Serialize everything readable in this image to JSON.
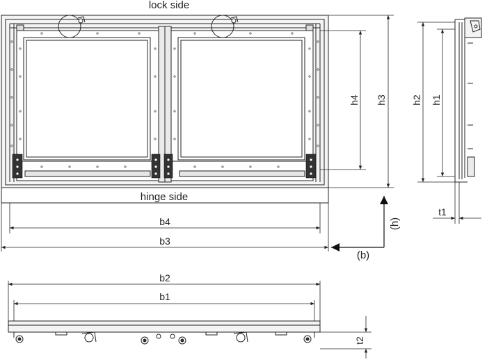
{
  "labels": {
    "lock_side": "lock side",
    "hinge_side": "hinge side",
    "h": "(h)",
    "b": "(b)"
  },
  "dimensions": {
    "b1": "b1",
    "b2": "b2",
    "b3": "b3",
    "b4": "b4",
    "h1": "h1",
    "h2": "h2",
    "h3": "h3",
    "h4": "h4",
    "t1": "t1",
    "t2": "t2"
  },
  "colors": {
    "line": "#222222",
    "frame_fill": "#f4f4f4",
    "panel_fill": "#ffffff",
    "hardware": "#333333",
    "accent_gray": "#9a9a9a"
  }
}
